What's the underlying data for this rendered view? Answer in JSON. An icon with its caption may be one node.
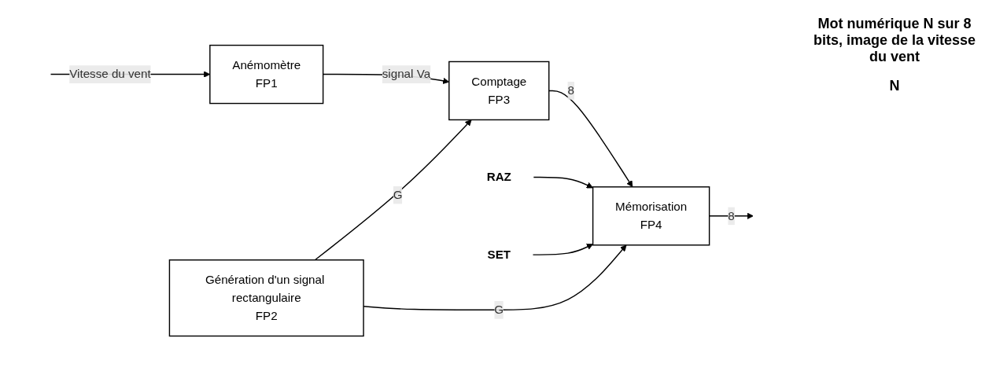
{
  "diagram": {
    "nodes": [
      {
        "text": [
          "Anémomètre",
          "FP1"
        ]
      },
      {
        "text": [
          "Comptage",
          "FP3"
        ]
      },
      {
        "text": [
          "Mémorisation",
          "FP4"
        ]
      },
      {
        "text": [
          "RAZ"
        ]
      },
      {
        "text": [
          "SET"
        ]
      },
      {
        "text": [
          "Génération d'un signal rectangulaire",
          "FP2"
        ]
      }
    ],
    "edges": [
      {
        "from": null,
        "to": 0,
        "arrow": "to",
        "label": "Vitesse du vent"
      },
      {
        "from": 0,
        "to": 1,
        "arrow": "to",
        "label": "signal Va"
      },
      {
        "from": 1,
        "to": 2,
        "arrow": "to",
        "label": "8"
      },
      {
        "from": 2,
        "to": null,
        "arrow": "to",
        "label": "8"
      },
      {
        "from": 3,
        "to": 2,
        "arrow": "to"
      },
      {
        "from": 4,
        "to": 2,
        "arrow": "to"
      },
      {
        "from": 5,
        "to": 1,
        "arrow": "to",
        "label": "G"
      },
      {
        "from": 5,
        "to": 2,
        "arrow": "to",
        "label": "G"
      }
    ],
    "labels": [
      "Mot numérique N sur 8 bits, image de la vitesse du vent",
      "N"
    ]
  }
}
